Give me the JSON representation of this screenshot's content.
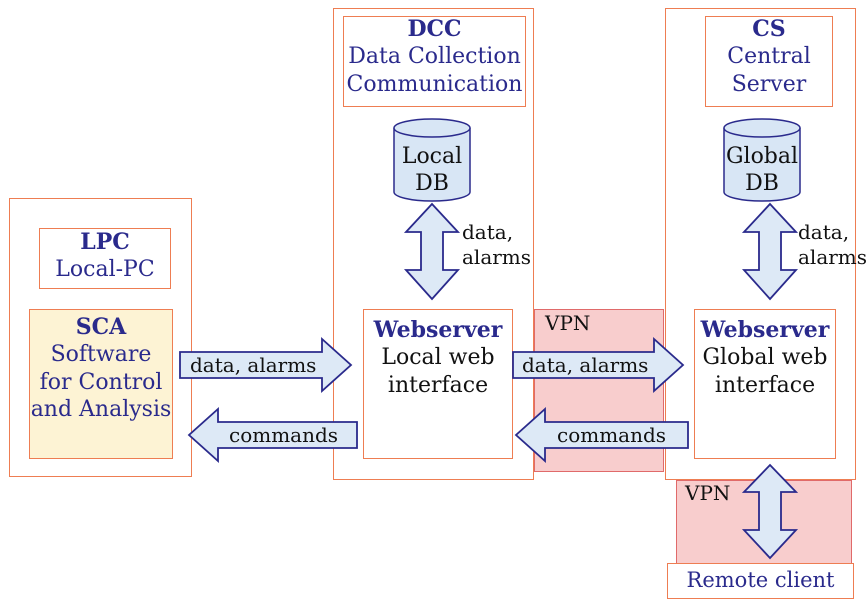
{
  "lpc": {
    "abbr": "LPC",
    "name": "Local-PC"
  },
  "sca": {
    "abbr": "SCA",
    "line1": "Software",
    "line2": "for Control",
    "line3": "and Analysis"
  },
  "dcc": {
    "abbr": "DCC",
    "line1": "Data Collection",
    "line2": "Communication"
  },
  "cs": {
    "abbr": "CS",
    "line1": "Central",
    "line2": "Server"
  },
  "local_db": {
    "line1": "Local",
    "line2": "DB"
  },
  "global_db": {
    "line1": "Global",
    "line2": "DB"
  },
  "local_web": {
    "title": "Webserver",
    "line1": "Local web",
    "line2": "interface"
  },
  "global_web": {
    "title": "Webserver",
    "line1": "Global web",
    "line2": "interface"
  },
  "arrows": {
    "lpc_to_dcc": "data, alarms",
    "dcc_to_lpc": "commands",
    "dcc_to_cs": "data, alarms",
    "cs_to_dcc": "commands",
    "local_db_line1": "data,",
    "local_db_line2": "alarms",
    "global_db_line1": "data,",
    "global_db_line2": "alarms"
  },
  "vpn_middle": "VPN",
  "vpn_bottom": "VPN",
  "remote_client": "Remote client",
  "colors": {
    "border": "#ee7d52",
    "arrow_fill": "#dde9f6",
    "arrow_stroke": "#2a2a8c",
    "vpn_fill": "#f8cdcd",
    "sca_fill": "#fdf3d4",
    "title": "#2a2a8c"
  }
}
